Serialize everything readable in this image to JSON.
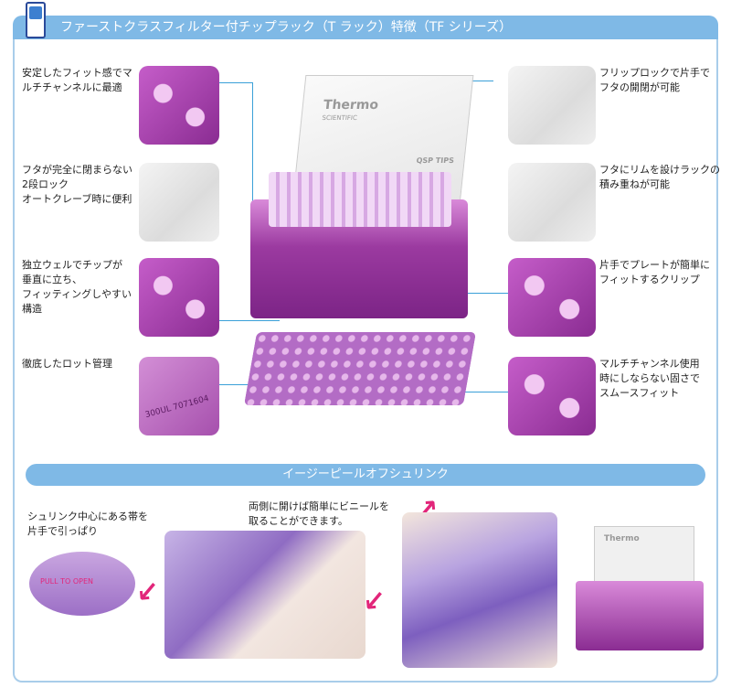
{
  "header": {
    "title": "ファーストクラスフィルター付チップラック（T ラック）特徴（TF シリーズ）"
  },
  "features_left": [
    {
      "text": "安定したフィット感でマ\nルチチャンネルに最適"
    },
    {
      "text": "フタが完全に閉まらない\n2段ロック\nオートクレーブ時に便利"
    },
    {
      "text": "独立ウェルでチップが\n垂直に立ち、\nフィッティングしやすい\n構造"
    },
    {
      "text": "徹底したロット管理"
    }
  ],
  "features_right": [
    {
      "text": "フリップロックで片手で\nフタの開閉が可能"
    },
    {
      "text": "フタにリムを設けラックの\n積み重ねが可能"
    },
    {
      "text": "片手でプレートが簡単に\nフィットするクリップ"
    },
    {
      "text": "マルチチャンネル使用\n時にしならない固さで\nスムースフィット"
    }
  ],
  "product": {
    "brand": "Thermo",
    "brand_sub": "SCIENTIFIC",
    "label": "QSP TIPS",
    "lot_text": "300UL 7071604"
  },
  "section2": {
    "title": "イージーピールオフシュリンク",
    "step1": "シュリンク中心にある帯を\n片手で引っぱり",
    "step2": "両側に開けば簡単にビニールを\n取ることができます。",
    "band_text": "PULL TO OPEN"
  },
  "colors": {
    "accent": "#7fb9e6",
    "product": "#9b3aa0",
    "arrow": "#e2267a"
  }
}
